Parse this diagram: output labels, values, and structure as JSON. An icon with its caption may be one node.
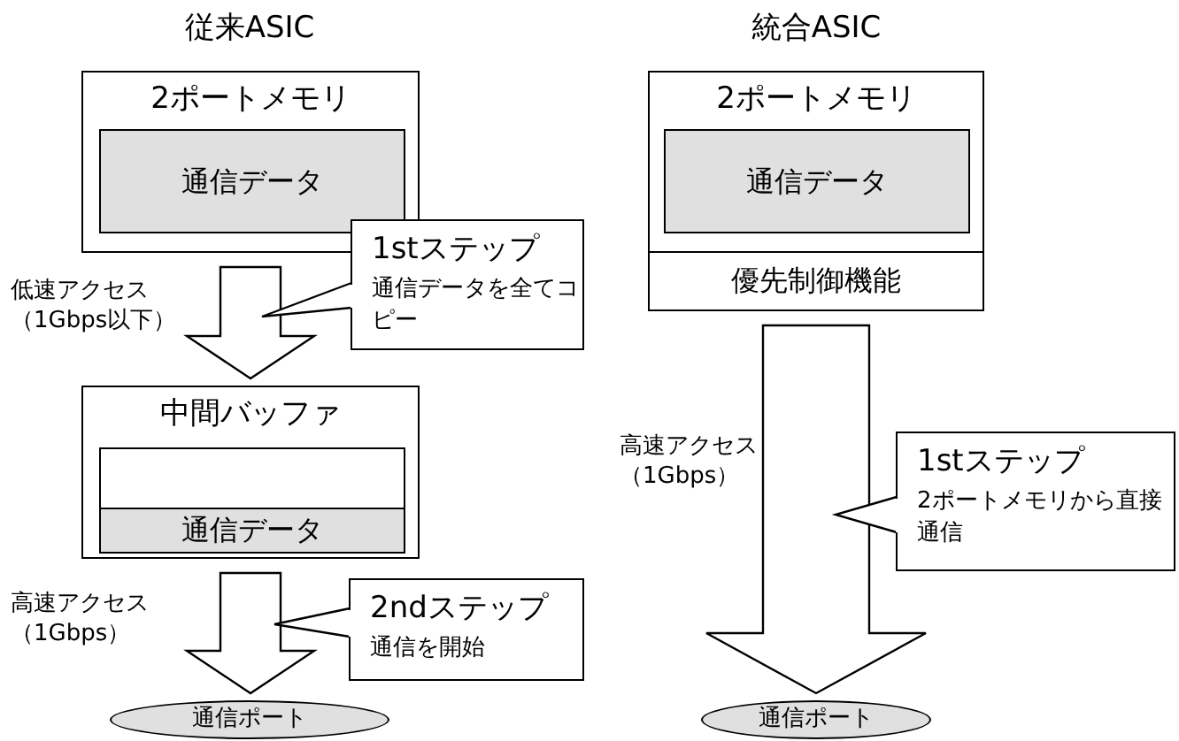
{
  "diagram": {
    "nodes": [
      {
        "text": [
          "2ポートメモリ"
        ]
      },
      {
        "text": [
          "通信データ"
        ],
        "in": 0
      },
      {
        "text": [
          "中間バッファ"
        ]
      },
      {
        "text": [],
        "shape": "box",
        "in": 2
      },
      {
        "text": [
          "通信データ"
        ],
        "in": 3
      },
      {
        "text": [
          "通信ポート"
        ]
      },
      {
        "text": [
          "2ポートメモリ"
        ]
      },
      {
        "text": [
          "通信データ"
        ],
        "in": 6
      },
      {
        "text": [
          "優先制御機能"
        ]
      },
      {
        "text": [
          "通信ポート"
        ]
      },
      {
        "text": [
          "1stステップ",
          "通信データを全てコピー"
        ]
      },
      {
        "text": [
          "2ndステップ",
          "通信を開始"
        ]
      },
      {
        "text": [
          "1stステップ",
          "2ポートメモリから直接通信"
        ]
      }
    ],
    "edges": [
      {
        "from": 0,
        "to": 2,
        "arrow": "to",
        "label": "低速アクセス（1Gbps以下）"
      },
      {
        "from": 2,
        "to": 5,
        "arrow": "to",
        "label": "高速アクセス（1Gbps）"
      },
      {
        "from": 8,
        "to": 9,
        "arrow": "to",
        "label": "高速アクセス（1Gbps）"
      },
      {
        "from": 10,
        "to": null,
        "arrow": "to"
      },
      {
        "from": 11,
        "to": null,
        "arrow": "to"
      },
      {
        "from": 12,
        "to": null,
        "arrow": "to"
      }
    ],
    "labels": [
      "従来ASIC",
      "統合ASIC"
    ]
  }
}
